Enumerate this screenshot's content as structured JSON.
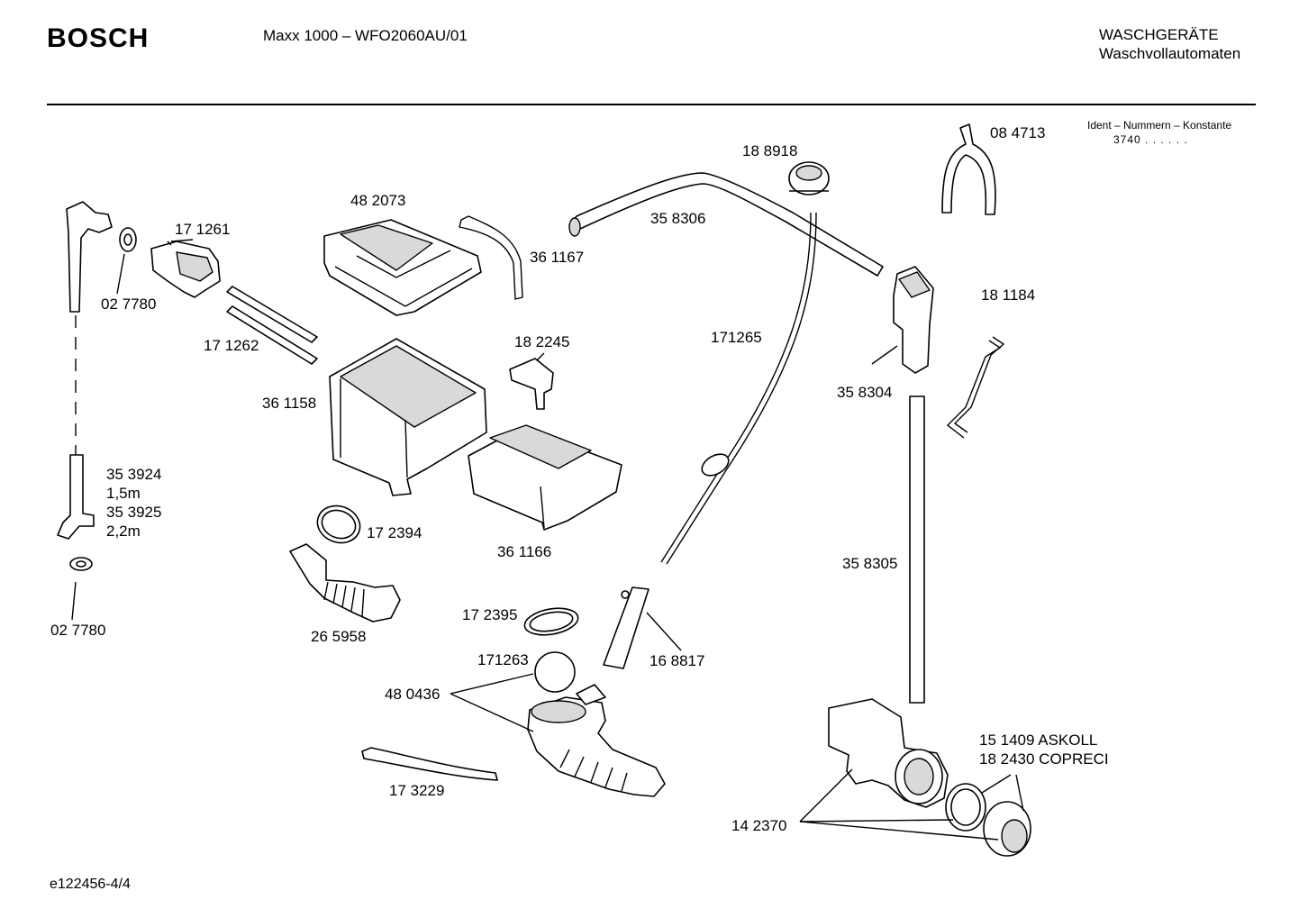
{
  "header": {
    "brand": "BOSCH",
    "model": "Maxx 1000 – WFO2060AU/01",
    "category_line1": "WASCHGERÄTE",
    "category_line2": "Waschvollautomaten"
  },
  "ident": {
    "title": "Ident – Nummern – Konstante",
    "value": "3740 . .   . . . ."
  },
  "footer": {
    "drawing_id": "e122456-4/4"
  },
  "parts": [
    {
      "id": "p-084713",
      "label": "08 4713"
    },
    {
      "id": "p-188918",
      "label": "18 8918"
    },
    {
      "id": "p-482073",
      "label": "48 2073"
    },
    {
      "id": "p-358306",
      "label": "35 8306"
    },
    {
      "id": "p-171261",
      "label": "17 1261"
    },
    {
      "id": "p-361167",
      "label": "36 1167"
    },
    {
      "id": "p-027780a",
      "label": "02 7780"
    },
    {
      "id": "p-181184",
      "label": "18 1184"
    },
    {
      "id": "p-171265",
      "label": "171265"
    },
    {
      "id": "p-171262",
      "label": "17 1262"
    },
    {
      "id": "p-182245",
      "label": "18 2245"
    },
    {
      "id": "p-358304",
      "label": "35 8304"
    },
    {
      "id": "p-361158",
      "label": "36 1158"
    },
    {
      "id": "p-353924",
      "label": "35 3924"
    },
    {
      "id": "p-len15",
      "label": "1,5m"
    },
    {
      "id": "p-353925",
      "label": "35 3925"
    },
    {
      "id": "p-len22",
      "label": "2,2m"
    },
    {
      "id": "p-172394",
      "label": "17 2394"
    },
    {
      "id": "p-361166",
      "label": "36 1166"
    },
    {
      "id": "p-358305",
      "label": "35 8305"
    },
    {
      "id": "p-027780b",
      "label": "02 7780"
    },
    {
      "id": "p-172395",
      "label": "17 2395"
    },
    {
      "id": "p-265958",
      "label": "26 5958"
    },
    {
      "id": "p-171263",
      "label": "171263"
    },
    {
      "id": "p-168817",
      "label": "16 8817"
    },
    {
      "id": "p-480436",
      "label": "48 0436"
    },
    {
      "id": "p-151409",
      "label": "15 1409  ASKOLL"
    },
    {
      "id": "p-182430",
      "label": "18 2430  COPRECI"
    },
    {
      "id": "p-173229",
      "label": "17 3229"
    },
    {
      "id": "p-142370",
      "label": "14 2370"
    }
  ]
}
